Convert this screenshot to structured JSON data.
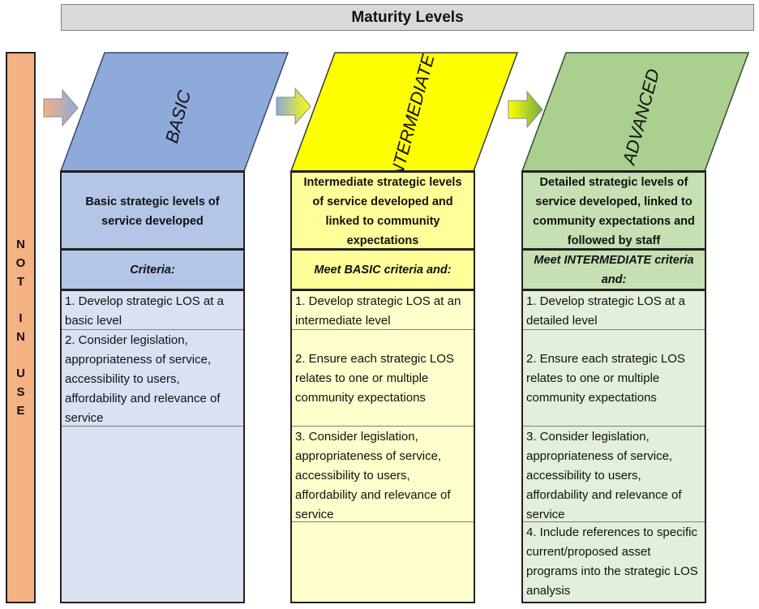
{
  "title": "Maturity Levels",
  "side_label": {
    "words": [
      [
        "N",
        "O",
        "T"
      ],
      [
        "I",
        "N"
      ],
      [
        "U",
        "S",
        "E"
      ]
    ]
  },
  "colors": {
    "basic_top": "#8eaadb",
    "basic_header": "#b4c6e7",
    "basic_body": "#d9e1f2",
    "intermediate_top": "#ffff00",
    "intermediate_header": "#ffff99",
    "intermediate_body": "#ffffcc",
    "advanced_top": "#a9d08e",
    "advanced_header": "#c6e0b4",
    "advanced_body": "#e2efda",
    "not_in_use": "#f4b183"
  },
  "columns": [
    {
      "name": "BASIC",
      "header": "Basic strategic levels of service developed",
      "criteria": "Criteria:",
      "items": [
        "1. Develop strategic LOS at a basic level",
        "2.  Consider legislation, appropriateness of service, accessibility to users, affordability and relevance of service"
      ]
    },
    {
      "name": "INTERMEDIATE",
      "header": "Intermediate strategic levels of service developed and linked to community expectations",
      "criteria": "Meet BASIC criteria and:",
      "items": [
        "1. Develop strategic LOS at an intermediate level",
        "2.  Ensure each strategic LOS relates to one or multiple community expectations",
        "3.  Consider legislation, appropriateness of service, accessibility to users, affordability and relevance of service"
      ]
    },
    {
      "name": "ADVANCED",
      "header": "Detailed strategic levels of service developed, linked to community expectations and followed by staff",
      "criteria": "Meet INTERMEDIATE criteria and:",
      "items": [
        "1. Develop strategic LOS at a detailed level",
        "2.  Ensure each strategic LOS relates to one or multiple community expectations",
        "3.  Consider legislation, appropriateness of service, accessibility to users, affordability and relevance of service",
        "4.  Include references to specific current/proposed asset programs into the strategic LOS analysis"
      ]
    }
  ]
}
